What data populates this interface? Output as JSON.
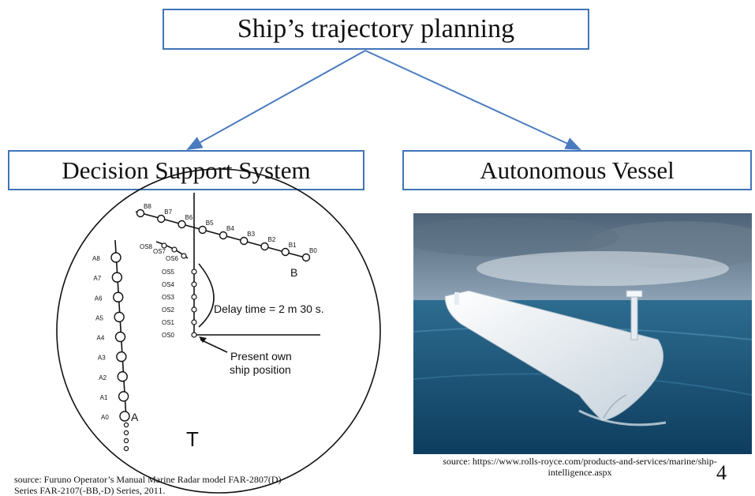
{
  "title": "Ship’s trajectory planning",
  "left_branch": {
    "label": "Decision Support System"
  },
  "right_branch": {
    "label": "Autonomous Vessel"
  },
  "radar": {
    "b_labels": [
      "B8",
      "B7",
      "B6",
      "B5",
      "B4",
      "B3",
      "B2",
      "B1",
      "B0"
    ],
    "b_end_label": "B",
    "os_upper_labels": [
      "OS8",
      "OS7",
      "OS6"
    ],
    "os_labels": [
      "OS5",
      "OS4",
      "OS3",
      "OS2",
      "OS1",
      "OS0"
    ],
    "a_labels": [
      "A8",
      "A7",
      "A6",
      "A5",
      "A4",
      "A3",
      "A2",
      "A1",
      "A0"
    ],
    "a_end_label": "A",
    "delay_text": "Delay time = 2 m 30 s.",
    "present_line1": "Present own",
    "present_line2": "ship position",
    "target_label": "T"
  },
  "left_source": {
    "line1": "source: Furuno Operator’s Manual Marine Radar model FAR-2807(D)",
    "line2": "Series FAR-2107(-BB,-D) Series, 2011."
  },
  "right_source": {
    "line1": "source: https://www.rolls-royce.com/products-and-services/marine/ship-",
    "line2": "intelligence.aspx"
  },
  "page_number": "4",
  "colors": {
    "box_border": "#3f74b8",
    "arrow": "#4a7bc0"
  }
}
